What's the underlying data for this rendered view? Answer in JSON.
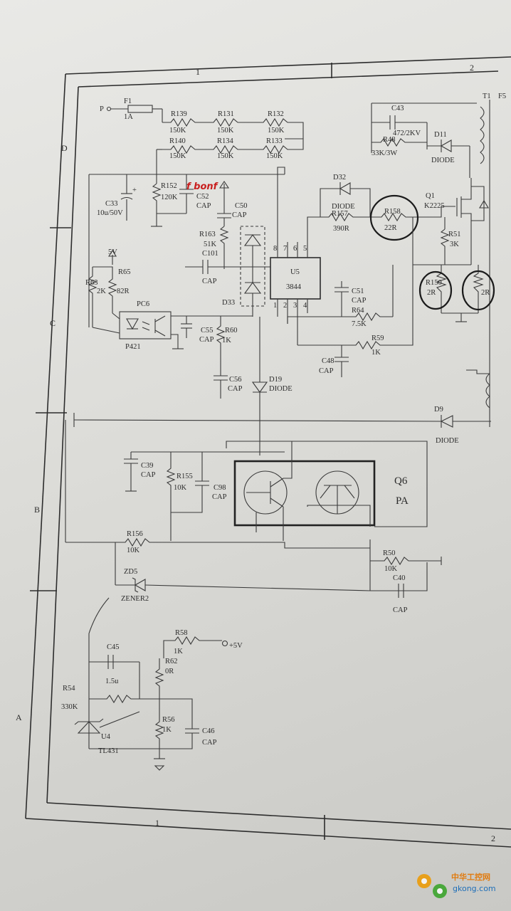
{
  "grid": {
    "top": [
      "1",
      "2"
    ],
    "bottom": [
      "1",
      "2"
    ],
    "left": [
      "D",
      "C",
      "B",
      "A"
    ]
  },
  "components": {
    "fuse": {
      "ref": "F1",
      "value": "1A"
    },
    "power_in": {
      "text": "P"
    },
    "r139": {
      "ref": "R139",
      "value": "150K"
    },
    "r131": {
      "ref": "R131",
      "value": "150K"
    },
    "r132": {
      "ref": "R132",
      "value": "150K"
    },
    "r140": {
      "ref": "R140",
      "value": "150K"
    },
    "r134": {
      "ref": "R134",
      "value": "150K"
    },
    "r133": {
      "ref": "R133",
      "value": "150K"
    },
    "c43": {
      "ref": "C43",
      "value": "472/2KV"
    },
    "r48": {
      "ref": "R48",
      "value": "33K/3W"
    },
    "d11": {
      "ref": "D11",
      "value": "DIODE"
    },
    "t1": {
      "ref": "T1"
    },
    "f5": {
      "ref": "F5"
    },
    "c33": {
      "ref": "C33",
      "value": "10u/50V"
    },
    "r152": {
      "ref": "R152",
      "value": "120K"
    },
    "c52": {
      "ref": "C52",
      "value": "CAP"
    },
    "c50": {
      "ref": "C50",
      "value": "CAP"
    },
    "d32": {
      "ref": "D32",
      "value": "DIODE"
    },
    "r157": {
      "ref": "R157",
      "value": "390R"
    },
    "r158": {
      "ref": "R158",
      "value": "22R"
    },
    "q1": {
      "ref": "Q1",
      "value": "K2225"
    },
    "r163": {
      "ref": "R163",
      "value": "51K"
    },
    "c101": {
      "ref": "C101",
      "value": "CAP"
    },
    "d33": {
      "ref": "D33"
    },
    "u5": {
      "ref": "U5",
      "value": "3844"
    },
    "pins_top": [
      "8",
      "7",
      "6",
      "5"
    ],
    "pins_bottom": [
      "1",
      "2",
      "3",
      "4"
    ],
    "r51": {
      "ref": "R51",
      "value": "3K"
    },
    "r150": {
      "ref": "R150",
      "value": "2R"
    },
    "r_right": {
      "value": "2R"
    },
    "v5_a": {
      "text": "5V"
    },
    "r65": {
      "ref": "R65"
    },
    "r63": {
      "ref": "R63",
      "value": "2K"
    },
    "r_82": {
      "value": "82R"
    },
    "pc6": {
      "ref": "PC6",
      "value": "P421"
    },
    "c55": {
      "ref": "C55",
      "value": "CAP"
    },
    "r60": {
      "ref": "R60",
      "value": "1K"
    },
    "c51": {
      "ref": "C51",
      "value": "CAP"
    },
    "r64": {
      "ref": "R64",
      "value": "7.5K"
    },
    "r59": {
      "ref": "R59",
      "value": "1K"
    },
    "c48": {
      "ref": "C48",
      "value": "CAP"
    },
    "c56": {
      "ref": "C56",
      "value": "CAP"
    },
    "d19": {
      "ref": "D19",
      "value": "DIODE"
    },
    "d9": {
      "ref": "D9",
      "value": "DIODE"
    },
    "c39": {
      "ref": "C39",
      "value": "CAP"
    },
    "r155": {
      "ref": "R155",
      "value": "10K"
    },
    "c98": {
      "ref": "C98",
      "value": "CAP"
    },
    "q6": {
      "ref": "Q6",
      "value": "PA"
    },
    "r156": {
      "ref": "R156",
      "value": "10K"
    },
    "r50": {
      "ref": "R50",
      "value": "10K"
    },
    "c40": {
      "ref": "C40",
      "value": "CAP"
    },
    "zd5": {
      "ref": "ZD5",
      "value": "ZENER2"
    },
    "c45": {
      "ref": "C45",
      "value": "1.5u"
    },
    "r58": {
      "ref": "R58",
      "value": "1K"
    },
    "v5_b": {
      "text": "+5V"
    },
    "r62": {
      "ref": "R62",
      "value": "0R"
    },
    "r54": {
      "ref": "R54",
      "value": "330K"
    },
    "u4": {
      "ref": "U4",
      "value": "TL431"
    },
    "r56": {
      "ref": "R56",
      "value": "1K"
    },
    "c46": {
      "ref": "C46",
      "value": "CAP"
    }
  },
  "handwritten_note": "f bonf",
  "watermark": {
    "cn": "中华工控网",
    "url": "gkong.com"
  }
}
